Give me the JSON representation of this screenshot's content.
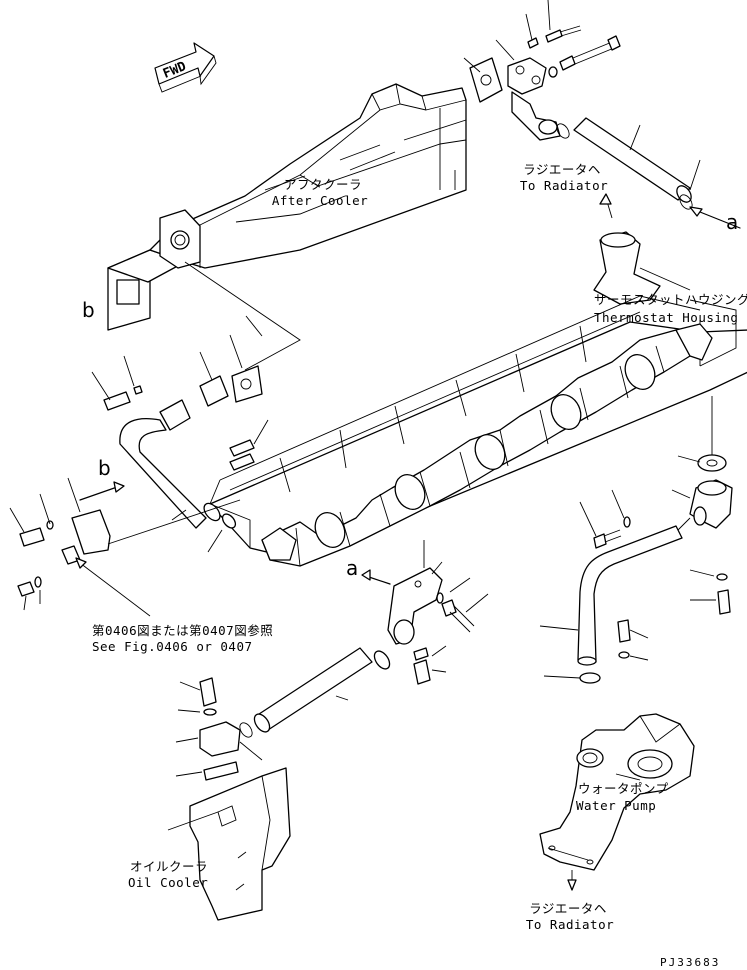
{
  "fwd": "FWD",
  "labels": {
    "after_cooler_jp": "アフタクーラ",
    "after_cooler_en": "After Cooler",
    "to_radiator_top_jp": "ラジエータヘ",
    "to_radiator_top_en": "To Radiator",
    "thermostat_jp": "サーモスタットハウジング",
    "thermostat_en": "Thermostat Housing",
    "see_fig_jp": "第0406図または第0407図参照",
    "see_fig_en": "See Fig.0406 or 0407",
    "water_pump_jp": "ウォータポンプ",
    "water_pump_en": "Water Pump",
    "oil_cooler_jp": "オイルクーラ",
    "oil_cooler_en": "Oil Cooler",
    "to_radiator_bottom_jp": "ラジエータヘ",
    "to_radiator_bottom_en": "To Radiator"
  },
  "refs": {
    "a": "a",
    "b": "b"
  },
  "drawing_code": "PJ33683"
}
